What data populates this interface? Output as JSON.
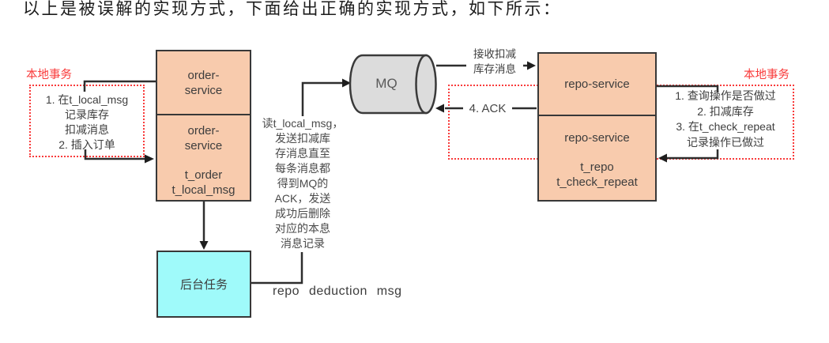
{
  "title": "以上是被误解的实现方式，下面给出正确的实现方式，如下所示：",
  "left_transaction": {
    "label": "本地事务",
    "steps": [
      "1. 在t_local_msg",
      "记录库存",
      "扣减消息",
      "2. 插入订单"
    ]
  },
  "order_service_top": {
    "lines": [
      "order-",
      "service"
    ]
  },
  "order_service_bottom": {
    "lines": [
      "order-",
      "service"
    ],
    "tables": [
      "t_order",
      "t_local_msg"
    ]
  },
  "sender_note": {
    "lines": [
      "读t_local_msg，",
      "发送扣减库",
      "存消息直至",
      "每条消息都",
      "得到MQ的",
      "ACK，发送",
      "成功后删除",
      "对应的本息",
      "消息记录"
    ]
  },
  "mq": {
    "label": "MQ"
  },
  "receive_arrow": {
    "lines": [
      "接收扣减",
      "库存消息"
    ]
  },
  "ack_arrow": {
    "label": "4. ACK"
  },
  "repo_service_top": {
    "label": "repo-service"
  },
  "repo_service_bottom": {
    "label": "repo-service",
    "tables": [
      "t_repo",
      "t_check_repeat"
    ]
  },
  "right_transaction": {
    "label": "本地事务",
    "steps": [
      "1. 查询操作是否做过",
      "2. 扣减库存",
      "3. 在t_check_repeat",
      "记录操作已做过"
    ]
  },
  "background_task": {
    "label": "后台任务"
  },
  "deduction_msg_label": "repo deduction msg",
  "colors": {
    "service_box_fill": "#F8CBAD",
    "task_box_fill": "#9FFAFA",
    "mq_fill": "#DCDCDC",
    "accent_red": "#F93B3B",
    "wire": "#2E2E2E"
  }
}
